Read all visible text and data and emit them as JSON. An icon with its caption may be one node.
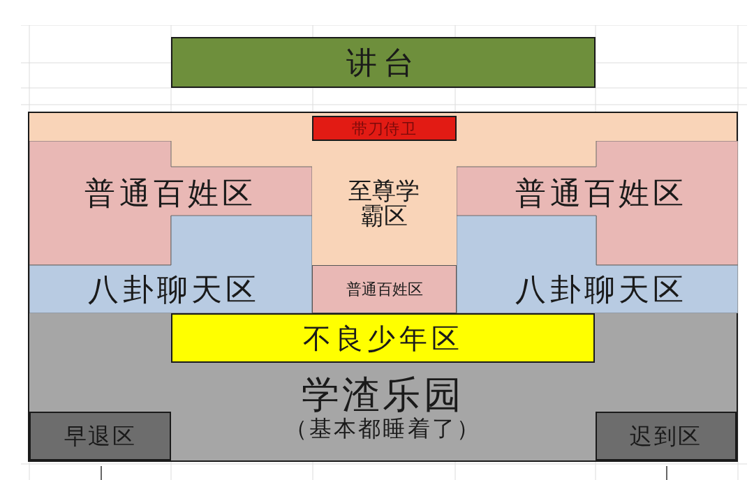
{
  "diagram": {
    "nodes": [
      {
        "text": [
          "讲台"
        ]
      },
      {
        "text": [],
        "shape": "box"
      },
      {
        "text": [
          "带刀侍卫"
        ],
        "in": 1
      },
      {
        "text": [
          "普通百姓区"
        ],
        "in": 1
      },
      {
        "text": [
          "至尊学霸区"
        ],
        "in": 1
      },
      {
        "text": [
          "普通百姓区"
        ],
        "in": 1
      },
      {
        "text": [
          "八卦聊天区"
        ],
        "in": 1
      },
      {
        "text": [
          "普通百姓区"
        ],
        "in": 1
      },
      {
        "text": [
          "八卦聊天区"
        ],
        "in": 1
      },
      {
        "text": [
          "学渣乐园",
          "（基本都睡着了）"
        ],
        "in": 1
      },
      {
        "text": [
          "不良少年区"
        ],
        "in": 9
      },
      {
        "text": [
          "早退区"
        ],
        "in": 9
      },
      {
        "text": [
          "迟到区"
        ],
        "in": 9
      }
    ],
    "edges": []
  }
}
